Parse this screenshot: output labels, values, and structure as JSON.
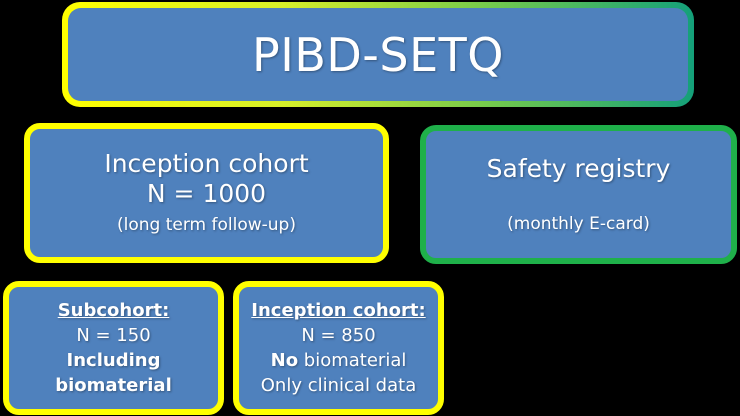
{
  "title": "PIBD-SETQ",
  "inception_cohort": {
    "heading": "Inception cohort",
    "n": "N = 1000",
    "note": "(long term follow-up)"
  },
  "safety_registry": {
    "heading": "Safety registry",
    "note": "(monthly E-card)"
  },
  "subcohort": {
    "heading": "Subcohort:",
    "n": "N = 150",
    "line1": "Including",
    "line2": "biomaterial"
  },
  "inception_sub": {
    "heading": "Inception cohort:",
    "n": "N = 850",
    "line1_bold": "No",
    "line1_rest": " biomaterial",
    "line2": "Only clinical data"
  },
  "colors": {
    "box_fill": "#4f81bd",
    "yellow_border": "#ffff00",
    "green_border": "#1fb04a",
    "background": "#000000"
  }
}
